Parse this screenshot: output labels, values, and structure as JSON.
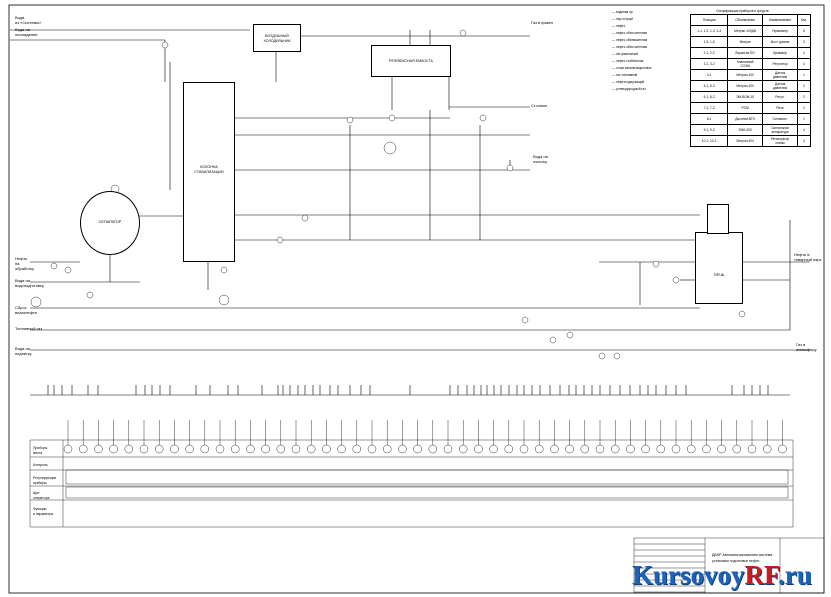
{
  "inputs": [
    {
      "id": "in1",
      "label": "Вода\nиз «Системы»"
    },
    {
      "id": "in2",
      "label": "Вода на\nохлаждение"
    },
    {
      "id": "in3",
      "label": "Нефть\nна\nобработку"
    },
    {
      "id": "in4",
      "label": "Вода на\nводоподготовку"
    },
    {
      "id": "in5",
      "label": "Сброс\nвлагонефти"
    },
    {
      "id": "in6",
      "label": "Топливный газ"
    },
    {
      "id": "in7",
      "label": "Вода на\nподпитку"
    }
  ],
  "outputs": [
    {
      "id": "out1",
      "label": "Газ в факел"
    },
    {
      "id": "out2",
      "label": "Сточные"
    },
    {
      "id": "out3",
      "label": "Вода на\nочистку"
    },
    {
      "id": "out4",
      "label": "Нефть в\nтоварный парк"
    },
    {
      "id": "out5",
      "label": "Газ в\nатмосферу"
    }
  ],
  "equipment": {
    "condenser": "ВОЗДУШНЫЙ\nХОЛОДИЛЬНИК",
    "tank": "РЕФЛЮКСНАЯ ЕМКОСТЬ",
    "column": "КОЛОННА\nСТАБИЛИЗАЦИИ",
    "separator": "СЕПАРАТОР",
    "furnace": "ПЕЧЬ"
  },
  "legend": {
    "items": [
      "— водяная пр.",
      "— пар острый",
      "— нефть",
      "— нефть обессоленная",
      "— нефть обезвоженная",
      "— нефть обессоленная",
      "— газ факельный",
      "— нефть стабильная",
      "— стоки канализационные",
      "— газ топливный",
      "— нефтесодержащий",
      "— углеводородный газ"
    ]
  },
  "spec_table": {
    "title": "Спецификация приборов и средств",
    "headers": [
      "Позиция",
      "Обозначение",
      "Наименование",
      "Кол."
    ],
    "rows": [
      [
        "1-1, 1-2, 1-3, 1-4",
        "Метран-100ДИ",
        "Термометр",
        "5"
      ],
      [
        "1-5, 1-6",
        "Метран",
        "Мост уровня",
        "3"
      ],
      [
        "2-1, 2-2",
        "Взрыв.мт.ПО",
        "Кровавтр",
        "4"
      ],
      [
        "3-1, 3-2",
        "Клапанный\nСОЭМ",
        "Регулятор",
        "4"
      ],
      [
        "4-1",
        "Метран-100",
        "Датчик\nдавления",
        "1"
      ],
      [
        "5-1, 5-2",
        "Метран-100",
        "Датчик\nдавления",
        "2"
      ],
      [
        "6-1, 6-2",
        "ЭМ-ВОМ-15",
        "Регул.",
        "2"
      ],
      [
        "7-1, 7-2",
        "РОМ",
        "Реле",
        "2"
      ],
      [
        "8-1",
        "Дисплей-ВГО",
        "Сигнализ.",
        "1"
      ],
      [
        "9-1, 9-2",
        "ЗМИ-200",
        "Сигнальная\nаппаратура",
        "4"
      ],
      [
        "10-1, 10-2",
        "Метран-Ю4",
        "Регистратор\nсхемы",
        "3"
      ]
    ]
  },
  "bottom": {
    "row_labels": [
      "Приборы\nместа",
      "Контроль",
      "Регулирующие\nприборы",
      "Щит\nоператора",
      "Функции\nи параметры"
    ],
    "column_count": 48
  },
  "title_block": {
    "line1": "ДВКР Автоматизированная система",
    "line2": "установки подготовки нефти"
  },
  "watermark": {
    "a": "Kursovoy",
    "b": "RF",
    "c": ".ru"
  }
}
